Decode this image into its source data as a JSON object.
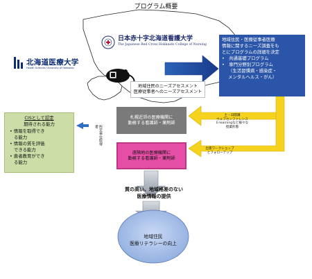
{
  "page": {
    "title": "プログラム概要"
  },
  "logos": {
    "nrc_jp": "日本赤十字北海道看護大学",
    "nrc_en": "The Japanese Red Cross Hokkaido College of Nursing",
    "hiu_jp": "北海道医療大学",
    "hiu_en": "Health Sciences University of Hokkaido"
  },
  "needs_box": {
    "line1": "地域住民のニーズアセスメント",
    "line2": "医療従事者へのニーズアセスメント"
  },
  "survey_box": {
    "line1": "地域住民・医療従事者医療",
    "line2": "情報に関するニーズ調査をも",
    "line3": "とにプログラムの詳細を決定",
    "b1": "•　共通基礎プログラム",
    "b2": "•　専門分野別プログラム",
    "b2a": "（生活習慣病・感染症・",
    "b2b": "メンタルヘルス・がん）"
  },
  "arrow_tv": {
    "l1": "土・日開講",
    "l2": "ウェブカンファレンス",
    "l3": "E-learningなど様々な",
    "l4": "授業形態"
  },
  "arrow_ws": {
    "l1": "出張ワークショップ",
    "l2": "とフォローアップ"
  },
  "sapporo_box": {
    "line1": "札幌近郊の医療機関に",
    "line2": "勤務する看護師・薬剤師"
  },
  "remote_box": {
    "line1": "遠隔地の医療機関に",
    "line2": "勤務する看護師・薬剤師"
  },
  "vertical_label": "所定単位取得者",
  "cis_box": {
    "hdr1": "CISとして認定",
    "hdr2": "期待される能力",
    "i1a": "• 情報を取得でき",
    "i1b": "る能力",
    "i2a": "• 情報の質を評価",
    "i2b": "できる能力",
    "i3a": "• 患者教育ができ",
    "i3b": "る能力"
  },
  "quality": {
    "l1": "質の高い、地域格差のない",
    "l2": "医療情報の提供"
  },
  "ellipse": {
    "l1": "地域住民",
    "l2": "医療リテラシーの向上"
  },
  "colors": {
    "survey_blue": "#2a55a8",
    "arrow_yellow": "#f5d21e",
    "sapporo_gray": "#7a7a7a",
    "remote_pink": "#e64fa6",
    "cis_green": "#ccdda7",
    "ellipse_blue": "#a9c1ec"
  }
}
